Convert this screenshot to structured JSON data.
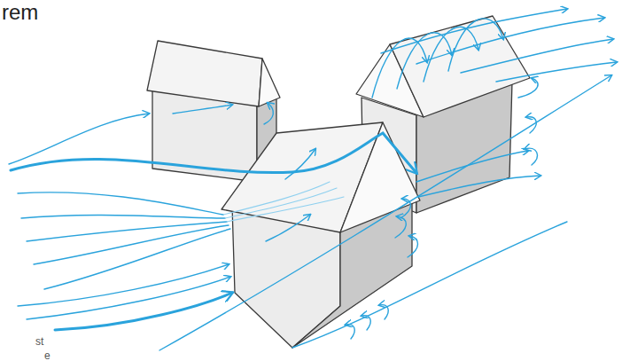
{
  "diagram": {
    "title": "rem",
    "labels": [
      "st",
      "e"
    ]
  }
}
